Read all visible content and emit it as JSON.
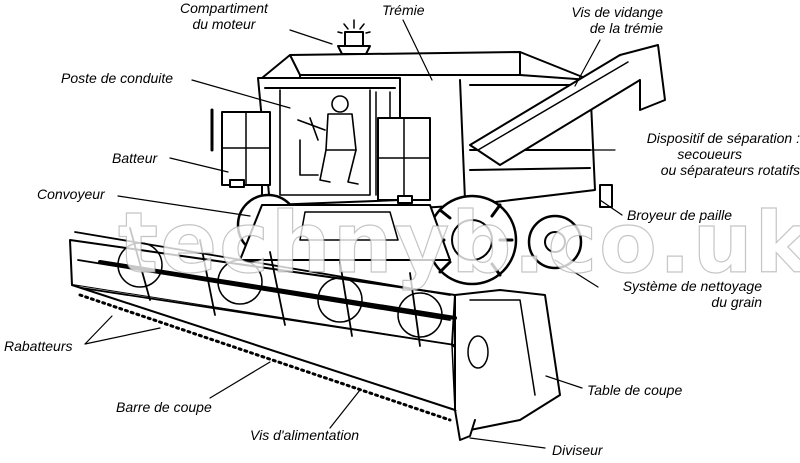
{
  "labels": {
    "engine": [
      "Compartiment",
      "du moteur"
    ],
    "hopper": "Trémie",
    "unloader": [
      "Vis de vidange",
      "de la trémie"
    ],
    "cab": "Poste de conduite",
    "thresher": "Batteur",
    "conveyor": "Convoyeur",
    "separator": [
      "Dispositif de séparation :",
      "secoueurs",
      "ou séparateurs rotatifs"
    ],
    "straw": "Broyeur de paille",
    "cleaning": [
      "Système de nettoyage",
      "du grain"
    ],
    "reel": "Rabatteurs",
    "cutterbar": "Barre de coupe",
    "auger": "Vis d'alimentation",
    "table": "Table de coupe",
    "divider": "Diviseur"
  },
  "watermark": "technyb.co.uk"
}
